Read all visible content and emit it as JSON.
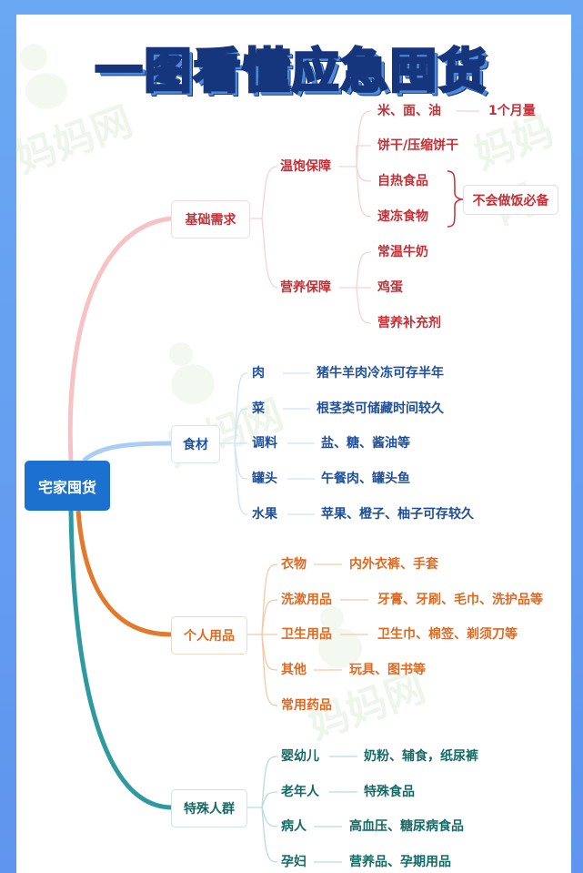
{
  "title": "一图看懂应急囤货",
  "watermark": "妈妈网",
  "colors": {
    "frame": "#6aa8f3",
    "root": "#1c70d0",
    "basic": "#c32f35",
    "basic_line": "#f8c2c4",
    "food": "#1f4f9a",
    "food_line": "#a9cdf5",
    "personal": "#e0691f",
    "personal_line": "#e37a2b",
    "special": "#136a64",
    "special_line": "#2e9aa0"
  },
  "root": {
    "label": "宅家囤货"
  },
  "branches": {
    "basic": {
      "label": "基础需求",
      "groups": {
        "satiety": {
          "label": "温饱保障",
          "items": [
            "米、面、油",
            "饼干/压缩饼干",
            "自热食品",
            "速冻食物"
          ],
          "note_rice": "1个月量",
          "note_cook": "不会做饭必备"
        },
        "nutrition": {
          "label": "营养保障",
          "items": [
            "常温牛奶",
            "鸡蛋",
            "营养补充剂"
          ]
        }
      }
    },
    "food": {
      "label": "食材",
      "items": [
        {
          "name": "肉",
          "detail": "猪牛羊肉冷冻可存半年"
        },
        {
          "name": "菜",
          "detail": "根茎类可储藏时间较久"
        },
        {
          "name": "调料",
          "detail": "盐、糖、酱油等"
        },
        {
          "name": "罐头",
          "detail": "午餐肉、罐头鱼"
        },
        {
          "name": "水果",
          "detail": "苹果、橙子、柚子可存较久"
        }
      ]
    },
    "personal": {
      "label": "个人用品",
      "items": [
        {
          "name": "衣物",
          "detail": "内外衣裤、手套"
        },
        {
          "name": "洗漱用品",
          "detail": "牙膏、牙刷、毛巾、洗护品等"
        },
        {
          "name": "卫生用品",
          "detail": "卫生巾、棉签、剃须刀等"
        },
        {
          "name": "其他",
          "detail": "玩具、图书等"
        },
        {
          "name": "常用药品",
          "detail": ""
        }
      ]
    },
    "special": {
      "label": "特殊人群",
      "items": [
        {
          "name": "婴幼儿",
          "detail": "奶粉、辅食，纸尿裤"
        },
        {
          "name": "老年人",
          "detail": "特殊食品"
        },
        {
          "name": "病人",
          "detail": "高血压、糖尿病食品"
        },
        {
          "name": "孕妇",
          "detail": "营养品、孕期用品"
        }
      ]
    }
  }
}
